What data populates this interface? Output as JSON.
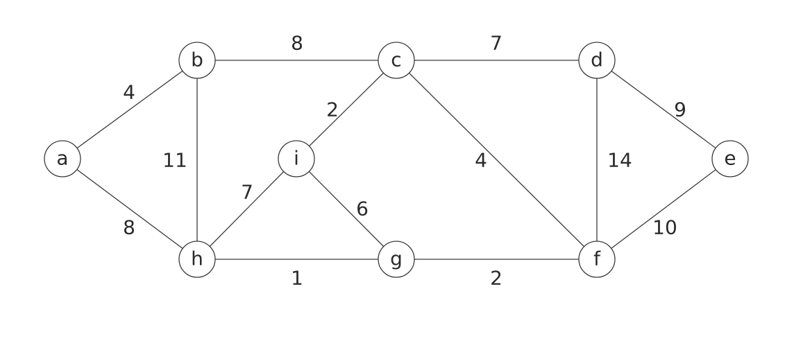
{
  "graph": {
    "nodes": [
      {
        "id": "a",
        "label": "a"
      },
      {
        "id": "b",
        "label": "b"
      },
      {
        "id": "c",
        "label": "c"
      },
      {
        "id": "d",
        "label": "d"
      },
      {
        "id": "e",
        "label": "e"
      },
      {
        "id": "f",
        "label": "f"
      },
      {
        "id": "g",
        "label": "g"
      },
      {
        "id": "h",
        "label": "h"
      },
      {
        "id": "i",
        "label": "i"
      }
    ],
    "edges": [
      {
        "from": "a",
        "to": "b",
        "weight": "4"
      },
      {
        "from": "a",
        "to": "h",
        "weight": "8"
      },
      {
        "from": "b",
        "to": "c",
        "weight": "8"
      },
      {
        "from": "b",
        "to": "h",
        "weight": "11"
      },
      {
        "from": "c",
        "to": "d",
        "weight": "7"
      },
      {
        "from": "c",
        "to": "i",
        "weight": "2"
      },
      {
        "from": "c",
        "to": "f",
        "weight": "4"
      },
      {
        "from": "d",
        "to": "e",
        "weight": "9"
      },
      {
        "from": "d",
        "to": "f",
        "weight": "14"
      },
      {
        "from": "e",
        "to": "f",
        "weight": "10"
      },
      {
        "from": "h",
        "to": "i",
        "weight": "7"
      },
      {
        "from": "h",
        "to": "g",
        "weight": "1"
      },
      {
        "from": "i",
        "to": "g",
        "weight": "6"
      },
      {
        "from": "g",
        "to": "f",
        "weight": "2"
      }
    ]
  }
}
